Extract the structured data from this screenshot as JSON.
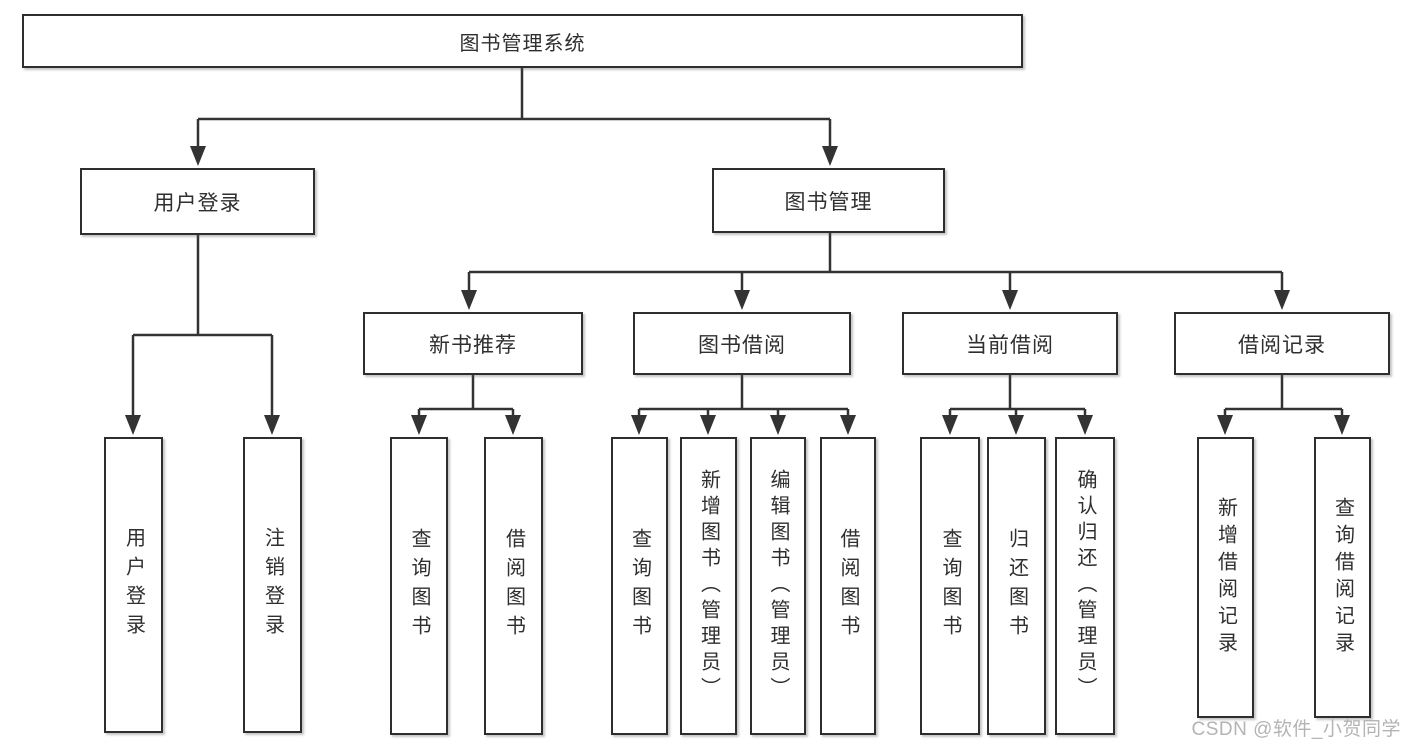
{
  "diagram": {
    "root": "图书管理系统",
    "level2": {
      "user_login": "用户登录",
      "book_management": "图书管理"
    },
    "level3": {
      "new_book_recommend": "新书推荐",
      "book_borrow": "图书借阅",
      "current_borrow": "当前借阅",
      "borrow_record": "借阅记录"
    },
    "leaves": {
      "user_login_login": "用户登录",
      "user_login_logout": "注销登录",
      "nbr_query_book": "查询图书",
      "nbr_borrow_book": "借阅图书",
      "bb_query_book": "查询图书",
      "bb_add_book": "新增图书（管理员）",
      "bb_edit_book": "编辑图书（管理员）",
      "bb_borrow_book": "借阅图书",
      "cb_query_book": "查询图书",
      "cb_return_book": "归还图书",
      "cb_confirm_return": "确认归还（管理员）",
      "br_add_record": "新增借阅记录",
      "br_query_record": "查询借阅记录"
    }
  },
  "watermark": "CSDN @软件_小贺同学",
  "colors": {
    "line": "#333333",
    "box_border": "#2e2e2e",
    "box_fill": "#ffffff",
    "text": "#2f2f2f",
    "watermark_text": "#b4b4b4",
    "background": "#ffffff"
  }
}
